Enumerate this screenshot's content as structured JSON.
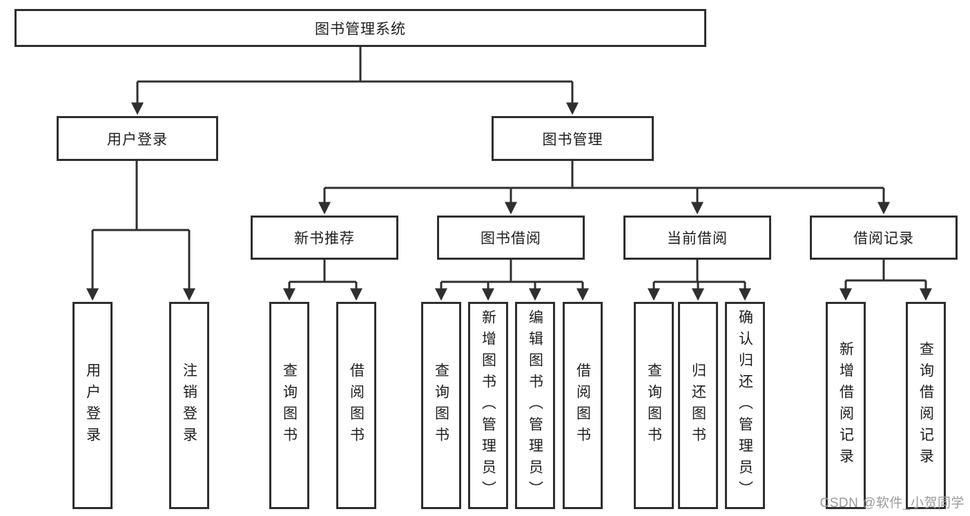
{
  "colors": {
    "line": "#2f2f2f",
    "border": "#2e2e2e",
    "text": "#1e1e1e",
    "watermark": "#9b9b9b",
    "background": "#ffffff"
  },
  "tree": {
    "label": "图书管理系统",
    "children": [
      {
        "label": "用户登录",
        "children": [
          {
            "label": "用户登录"
          },
          {
            "label": "注销登录"
          }
        ]
      },
      {
        "label": "图书管理",
        "children": [
          {
            "label": "新书推荐",
            "children": [
              {
                "label": "查询图书"
              },
              {
                "label": "借阅图书"
              }
            ]
          },
          {
            "label": "图书借阅",
            "children": [
              {
                "label": "查询图书"
              },
              {
                "label": "新增图书（管理员）"
              },
              {
                "label": "编辑图书（管理员）"
              },
              {
                "label": "借阅图书"
              }
            ]
          },
          {
            "label": "当前借阅",
            "children": [
              {
                "label": "查询图书"
              },
              {
                "label": "归还图书"
              },
              {
                "label": "确认归还（管理员）"
              }
            ]
          },
          {
            "label": "借阅记录",
            "children": [
              {
                "label": "新增借阅记录"
              },
              {
                "label": "查询借阅记录"
              }
            ]
          }
        ]
      }
    ]
  },
  "watermark": {
    "text": "CSDN @软件_小贺同学"
  }
}
